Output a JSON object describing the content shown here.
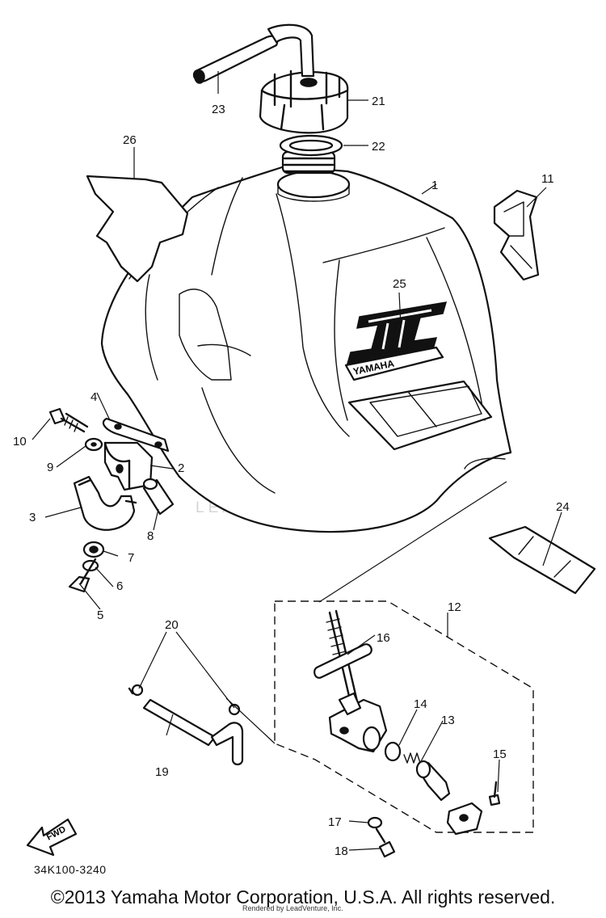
{
  "diagram": {
    "drawing_number": "34K100-3240",
    "copyright": "©2013 Yamaha Motor Corporation, U.S.A. All rights reserved.",
    "rendered_by": "Rendered by LeadVenture, Inc.",
    "watermark": "LEADVENTURE",
    "tank_logo_text": "YAMAHA",
    "fwd_marker": "FWD",
    "part_labels": [
      "1",
      "2",
      "3",
      "4",
      "5",
      "6",
      "7",
      "8",
      "9",
      "10",
      "11",
      "12",
      "13",
      "14",
      "15",
      "16",
      "17",
      "18",
      "19",
      "20",
      "21",
      "22",
      "23",
      "24",
      "25",
      "26"
    ]
  }
}
